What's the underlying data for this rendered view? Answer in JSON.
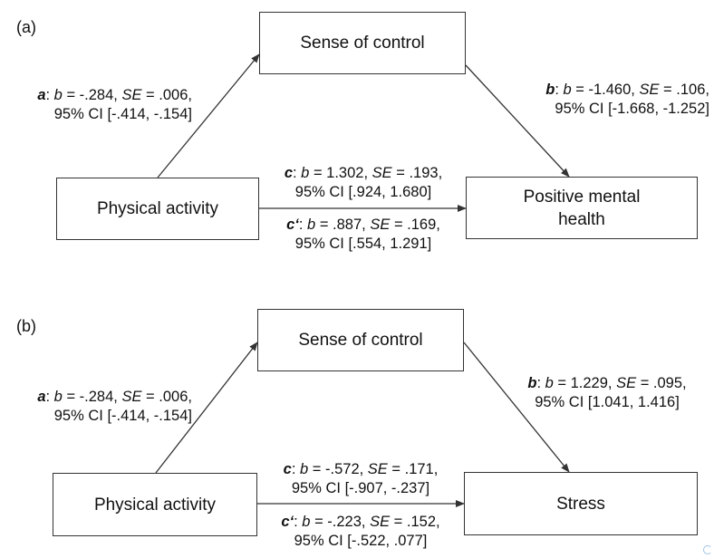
{
  "panels": [
    {
      "label": "(a)",
      "mediator": "Sense of control",
      "predictor": "Physical activity",
      "outcome": "Positive mental health",
      "path_a": {
        "letter": "a",
        "b": "-.284",
        "se": ".006",
        "ci": "95% CI [-.414, -.154]"
      },
      "path_b": {
        "letter": "b",
        "b": "-1.460",
        "se": ".106",
        "ci": "95% CI [-1.668, -1.252]"
      },
      "path_c": {
        "letter": "c",
        "b": "1.302",
        "se": ".193",
        "ci": "95% CI [.924, 1.680]"
      },
      "path_c_prime": {
        "letter": "c‘",
        "b": ".887",
        "se": ".169",
        "ci": "95% CI [.554, 1.291]"
      }
    },
    {
      "label": "(b)",
      "mediator": "Sense of control",
      "predictor": "Physical activity",
      "outcome": "Stress",
      "path_a": {
        "letter": "a",
        "b": "-.284",
        "se": ".006",
        "ci": "95% CI [-.414, -.154]"
      },
      "path_b": {
        "letter": "b",
        "b": "1.229",
        "se": ".095",
        "ci": "95% CI [1.041, 1.416]"
      },
      "path_c": {
        "letter": "c",
        "b": "-.572",
        "se": ".171",
        "ci": "95% CI [-.907, -.237]"
      },
      "path_c_prime": {
        "letter": "c‘",
        "b": "-.223",
        "se": ".152",
        "ci": "95% CI [-.522, .077]"
      }
    }
  ],
  "colors": {
    "line": "#333333",
    "text": "#111111",
    "corner_icon": "#9cc4e8"
  },
  "icons": {
    "corner": "partial-circle-icon"
  }
}
